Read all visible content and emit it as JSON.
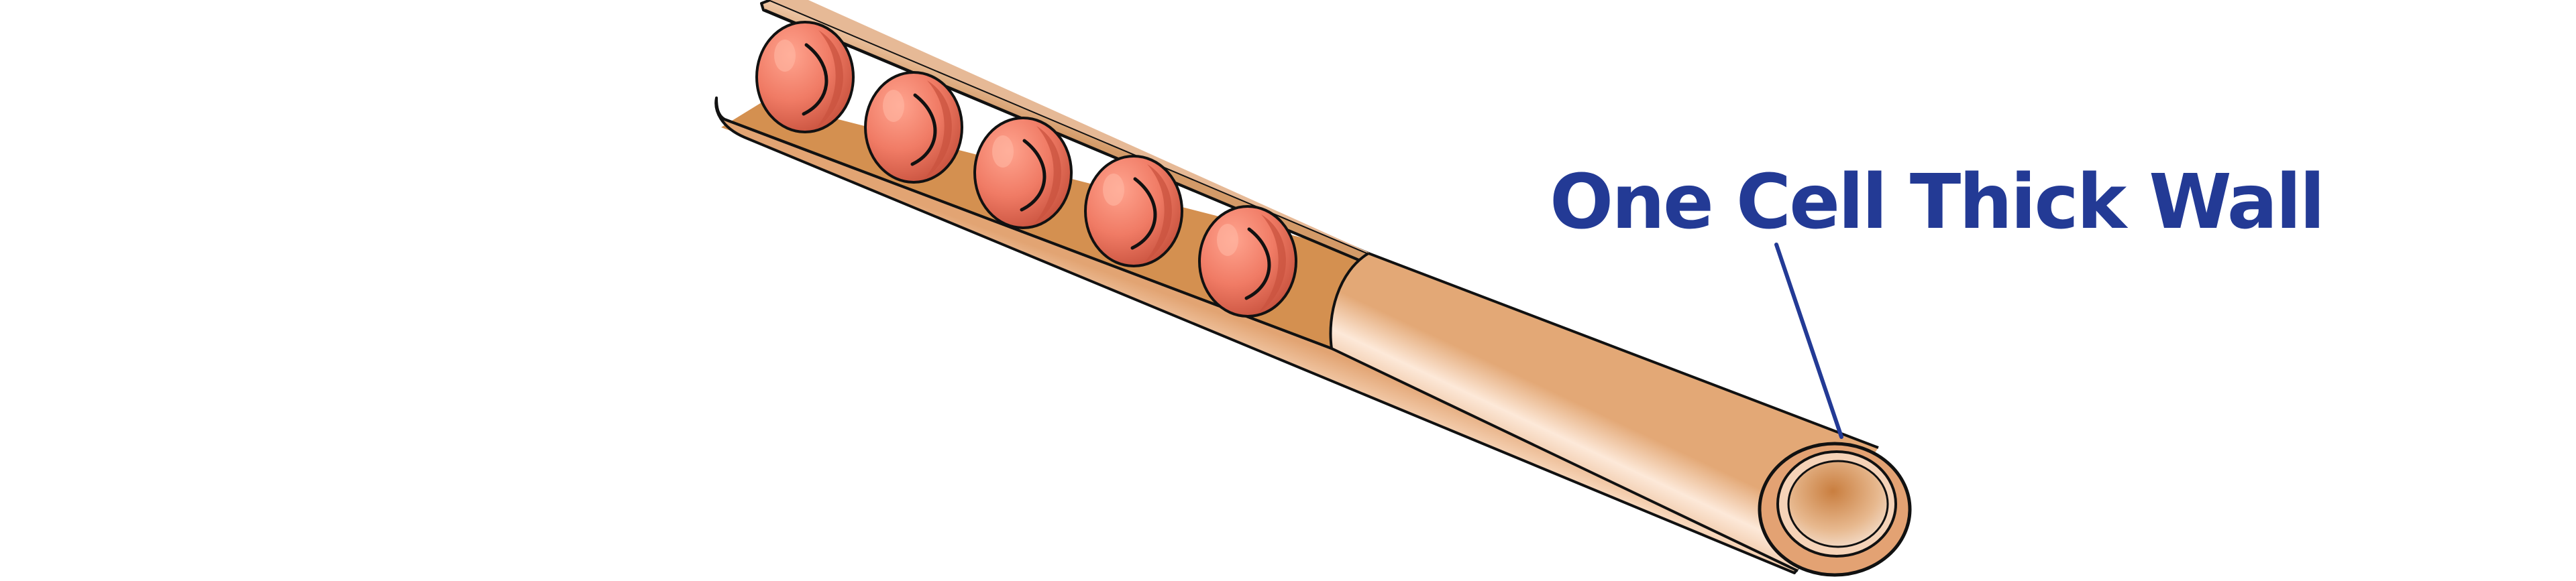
{
  "diagram": {
    "label": "One Cell Thick Wall",
    "cells": [
      {
        "name": "red-blood-cell-1"
      },
      {
        "name": "red-blood-cell-2"
      },
      {
        "name": "red-blood-cell-3"
      },
      {
        "name": "red-blood-cell-4"
      },
      {
        "name": "red-blood-cell-5"
      }
    ],
    "colors": {
      "label": "#233a95",
      "leader_line": "#233a95",
      "outline": "#111111",
      "vessel_light": "#fde6d4",
      "vessel_mid": "#e8b58b",
      "vessel_dark": "#c98a55",
      "interior": "#d49050",
      "cell_fill": "#f07b65",
      "cell_shadow": "#c9533f",
      "cell_highlight": "#ffb7a4"
    }
  }
}
